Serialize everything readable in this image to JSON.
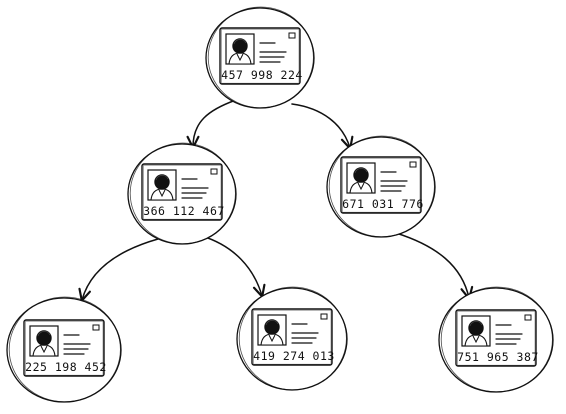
{
  "style": {
    "ink": "#111111",
    "paper": "#ffffff"
  },
  "tree": {
    "nodes": [
      {
        "id": "root",
        "number": "457 998 224",
        "icon": "id-card-icon"
      },
      {
        "id": "left",
        "number": "366 112 467",
        "icon": "id-card-icon"
      },
      {
        "id": "right",
        "number": "671 031 776",
        "icon": "id-card-icon"
      },
      {
        "id": "left-left",
        "number": "225 198 452",
        "icon": "id-card-icon"
      },
      {
        "id": "left-right",
        "number": "419 274 013",
        "icon": "id-card-icon"
      },
      {
        "id": "right-right",
        "number": "751 965 387",
        "icon": "id-card-icon"
      }
    ],
    "edges": [
      {
        "from": "root",
        "to": "left"
      },
      {
        "from": "root",
        "to": "right"
      },
      {
        "from": "left",
        "to": "left-left"
      },
      {
        "from": "left",
        "to": "left-right"
      },
      {
        "from": "right",
        "to": "right-right"
      }
    ]
  }
}
